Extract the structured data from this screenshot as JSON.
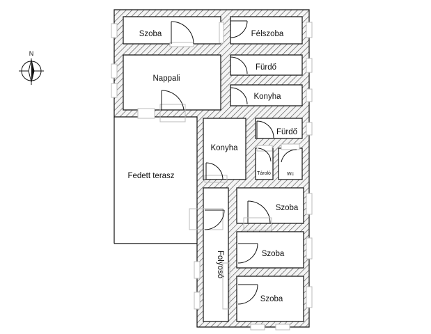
{
  "compass": {
    "north_label": "N"
  },
  "rooms": {
    "szoba_top": "Szoba",
    "felszoba": "Félszoba",
    "furdo_top": "Fürdő",
    "nappali": "Nappali",
    "konyha_top": "Konyha",
    "furdo_mid": "Fürdő",
    "konyha_mid": "Konyha",
    "tarolo": "Tároló",
    "wc": "Wc",
    "fedett_terasz": "Fedett terasz",
    "szoba_1": "Szoba",
    "folyoso": "Folyosó",
    "szoba_2": "Szoba",
    "szoba_3": "Szoba"
  },
  "colors": {
    "wall_hatch": "#555555",
    "wall_bg": "#f4f4f4",
    "line": "#111111",
    "door_frame": "#c9c9c9"
  }
}
